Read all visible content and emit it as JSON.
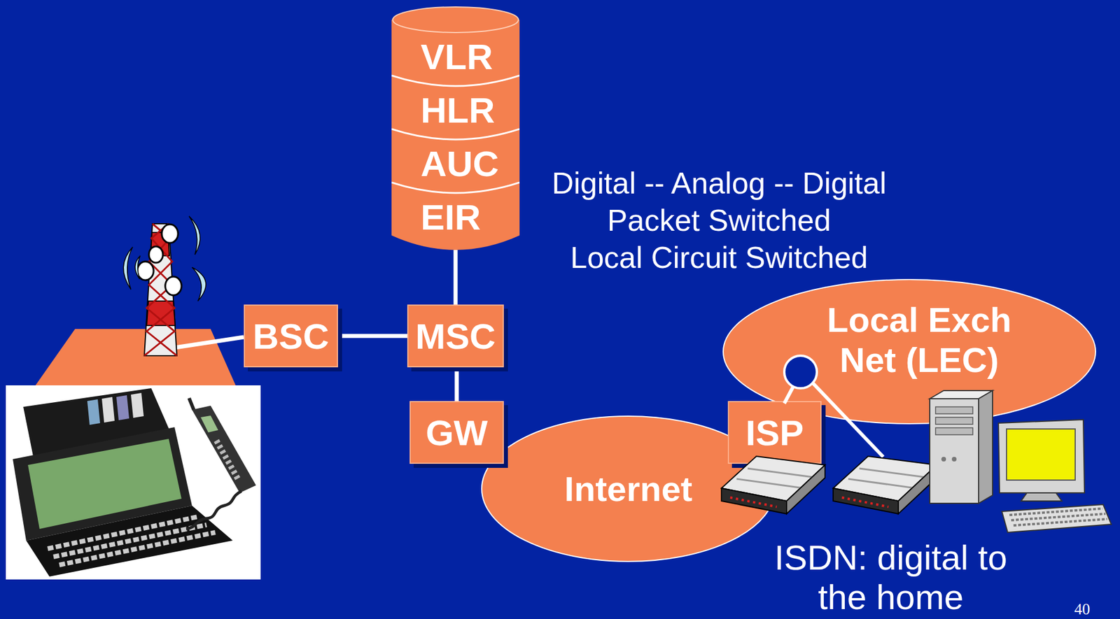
{
  "diagram": {
    "nodes": [
      {
        "text": [
          "VLR",
          "HLR",
          "AUC",
          "EIR"
        ]
      },
      {
        "text": [
          "BSC"
        ]
      },
      {
        "text": [
          "MSC"
        ]
      },
      {
        "text": [
          "GW"
        ]
      },
      {
        "text": [
          "Internet"
        ]
      },
      {
        "text": [
          "ISP"
        ]
      },
      {
        "text": [
          "Local Exch Net (LEC)"
        ]
      }
    ],
    "edges": [
      {
        "from": 1,
        "to": 2,
        "arrow": "none"
      },
      {
        "from": 2,
        "to": 0,
        "arrow": "none"
      },
      {
        "from": 2,
        "to": 3,
        "arrow": "none"
      }
    ],
    "labels": [
      "Digital -- Analog -- Digital",
      "Packet Switched",
      "Local Circuit Switched",
      "ISDN: digital to the home",
      "40"
    ]
  }
}
